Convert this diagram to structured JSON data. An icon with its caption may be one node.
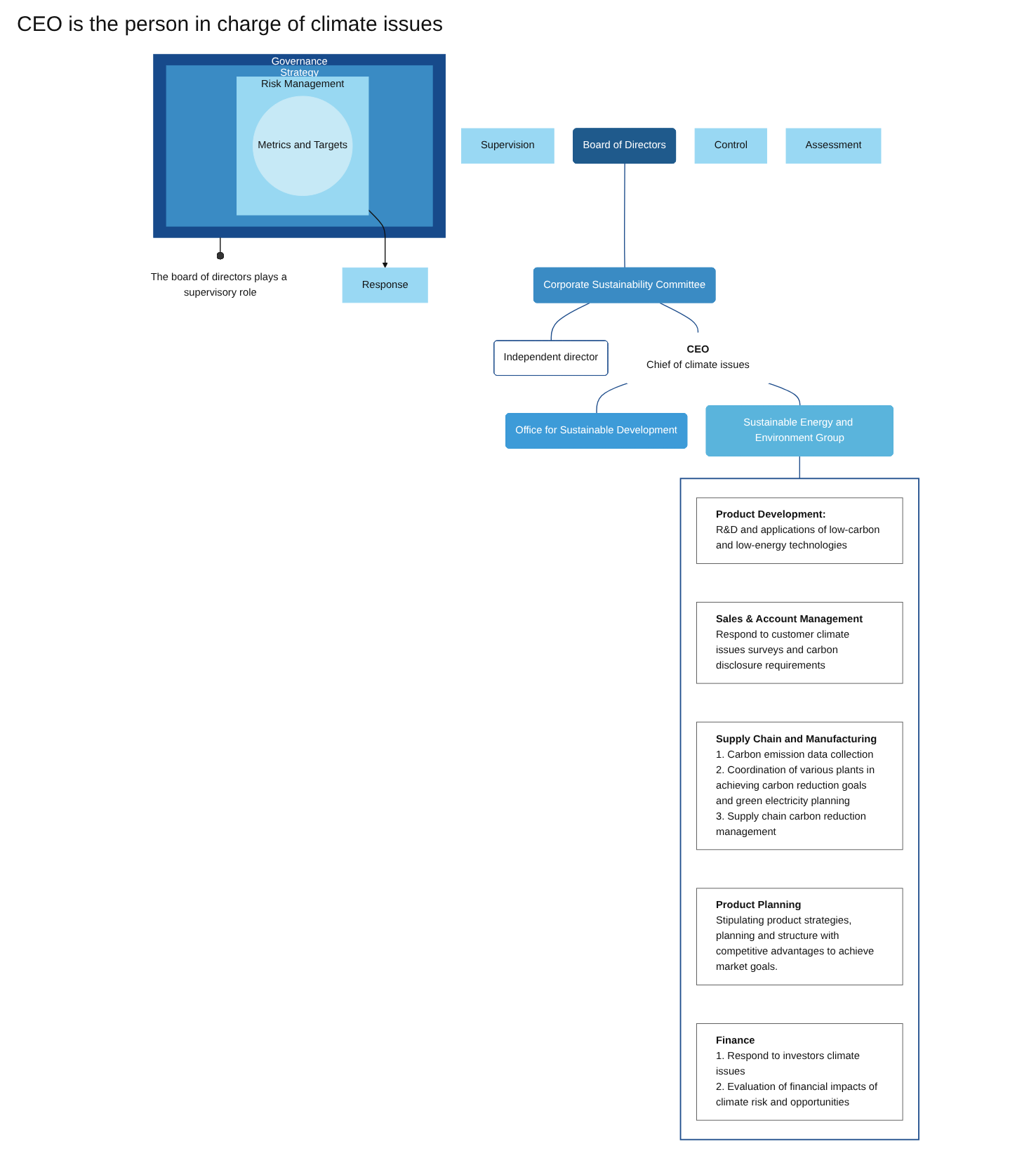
{
  "diagram": {
    "nodes": [
      {
        "text": [
          "Governance"
        ]
      },
      {
        "text": [
          "Strategy"
        ],
        "in": 0
      },
      {
        "text": [
          "Risk Management"
        ],
        "in": 1
      },
      {
        "text": [
          "Metrics and Targets"
        ],
        "in": 2
      },
      {
        "text": [
          "The board of directors plays a supervisory role"
        ]
      },
      {
        "text": [
          "Supervision"
        ]
      },
      {
        "text": [
          "Board of Directors"
        ]
      },
      {
        "text": [
          "Control"
        ]
      },
      {
        "text": [
          "Corporate Sustainability Committee"
        ]
      },
      {
        "text": [
          "Independent director"
        ]
      },
      {
        "text": [
          "CEO",
          "Chief of climate issues"
        ]
      },
      {
        "text": [
          "Office for Sustainable Development"
        ]
      },
      {
        "text": [
          "Assessment"
        ]
      },
      {
        "text": [
          "Sustainable Energy and Environment Group"
        ]
      },
      {
        "text": [
          "Response"
        ]
      },
      {
        "text": [],
        "shape": "box"
      },
      {
        "text": [
          "Product Development:",
          "R&D and applications of low-carbon and low-energy technologies"
        ],
        "in": 15
      },
      {
        "text": [
          "Sales & Account Management",
          "Respond to customer climate issues surveys and carbon disclosure requirements"
        ],
        "in": 15
      },
      {
        "text": [
          "Supply Chain and Manufacturing",
          "1. Carbon emission data collection",
          "2. Coordination of various plants in achieving carbon reduction goals and green electricity planning",
          "3. Supply chain carbon reduction management"
        ],
        "in": 15
      },
      {
        "text": [
          "Product Planning",
          "Stipulating product strategies, planning and structure with competitive advantages to achieve market goals."
        ],
        "in": 15
      },
      {
        "text": [
          "Finance",
          "1. Respond to investors climate issues",
          "2. Evaluation of financial impacts of climate risk and opportunities"
        ],
        "in": 15
      }
    ],
    "edges": [
      {
        "from": 0,
        "to": 4,
        "arrow": "other",
        "color": "#111111"
      },
      {
        "from": 2,
        "to": 14,
        "arrow": "to",
        "color": "#111111"
      },
      {
        "from": 6,
        "to": 8,
        "arrow": "none"
      },
      {
        "from": 8,
        "to": 9,
        "arrow": "none"
      },
      {
        "from": 8,
        "to": 10,
        "arrow": "none"
      },
      {
        "from": 10,
        "to": 11,
        "arrow": "none"
      },
      {
        "from": 10,
        "to": 13,
        "arrow": "none"
      },
      {
        "from": 13,
        "to": 15,
        "arrow": "none"
      }
    ],
    "labels": [
      "CEO is the person in charge of climate issues"
    ]
  }
}
